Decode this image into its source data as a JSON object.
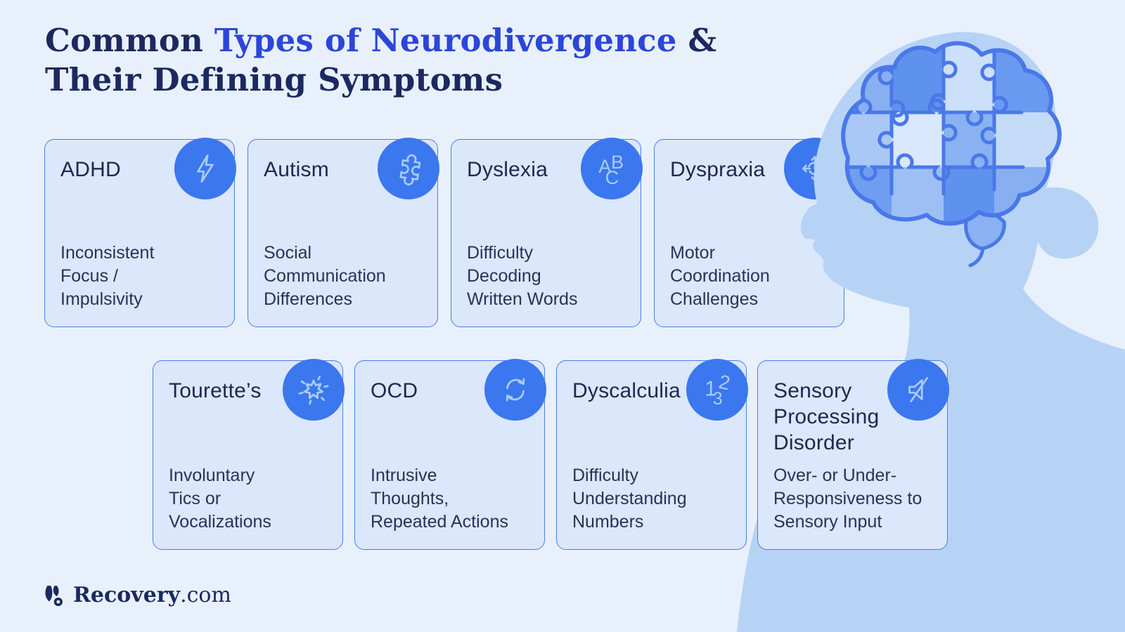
{
  "title": {
    "part1": "Common ",
    "highlight": "Types of Neurodivergence",
    "part2": " &",
    "line2": "Their Defining Symptoms"
  },
  "cards": [
    {
      "title": "ADHD",
      "symptom": "Inconsistent\nFocus /\nImpulsivity",
      "icon": "lightning-icon"
    },
    {
      "title": "Autism",
      "symptom": "Social\nCommunication\nDifferences",
      "icon": "puzzle-piece-icon"
    },
    {
      "title": "Dyslexia",
      "symptom": "Difficulty\nDecoding\nWritten Words",
      "icon": "abc-letters-icon"
    },
    {
      "title": "Dyspraxia",
      "symptom": "Motor\nCoordination\nChallenges",
      "icon": "tangled-arrows-icon"
    },
    {
      "title": "Tourette’s",
      "symptom": "Involuntary\nTics or\nVocalizations",
      "icon": "starburst-icon"
    },
    {
      "title": "OCD",
      "symptom": "Intrusive\nThoughts,\nRepeated Actions",
      "icon": "cycle-arrows-icon"
    },
    {
      "title": "Dyscalculia",
      "symptom": "Difficulty\nUnderstanding\nNumbers",
      "icon": "numbers-132-icon"
    },
    {
      "title": "Sensory\nProcessing\nDisorder",
      "symptom": "Over- or Under-\nResponsiveness to\nSensory Input",
      "icon": "muted-speaker-icon"
    }
  ],
  "footer": {
    "brand": "Recovery",
    "suffix": ".com"
  },
  "colors": {
    "background": "#e8f0fc",
    "card_background": "#dbe7fb",
    "card_border": "#4b7de9",
    "icon_circle": "#3b77ee",
    "icon_stroke": "#a9cbf6",
    "title_navy": "#1c2960",
    "title_accent": "#2b46d8",
    "silhouette": "#b6d3f6",
    "brain_outline": "#4a78e8"
  }
}
